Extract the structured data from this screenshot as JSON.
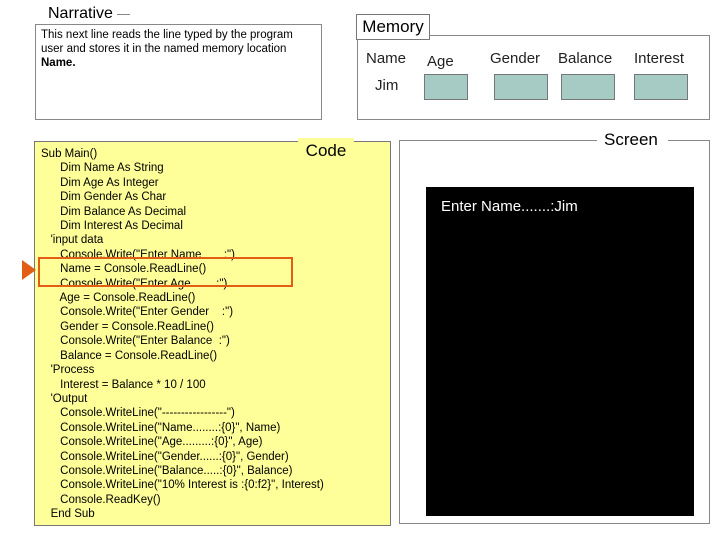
{
  "narrative": {
    "title": "Narrative",
    "text": "This next line reads the line typed by the program user and stores it in the named memory location",
    "text_bold": "Name."
  },
  "memory": {
    "title": "Memory",
    "labels": [
      "Name",
      "Age",
      "Gender",
      "Balance",
      "Interest"
    ],
    "name_value": "Jim"
  },
  "code": {
    "title": "Code",
    "lines": [
      "Sub Main()",
      "      Dim Name As String",
      "      Dim Age As Integer",
      "      Dim Gender As Char",
      "      Dim Balance As Decimal",
      "      Dim Interest As Decimal",
      "   'input data",
      "      Console.Write(\"Enter Name       :\")",
      "      Name = Console.ReadLine()",
      "      Console.Write(\"Enter Age        :\")",
      "      Age = Console.ReadLine()",
      "      Console.Write(\"Enter Gender    :\")",
      "      Gender = Console.ReadLine()",
      "      Console.Write(\"Enter Balance  :\")",
      "      Balance = Console.ReadLine()",
      "   'Process",
      "      Interest = Balance * 10 / 100",
      "   'Output",
      "      Console.WriteLine(\"-----------------\")",
      "      Console.WriteLine(\"Name........:{0}\", Name)",
      "      Console.WriteLine(\"Age.........:{0}\", Age)",
      "      Console.WriteLine(\"Gender......:{0}\", Gender)",
      "      Console.WriteLine(\"Balance.....:{0}\", Balance)",
      "      Console.WriteLine(\"10% Interest is :{0:f2}\", Interest)",
      "      Console.ReadKey()",
      "   End Sub"
    ]
  },
  "screen": {
    "title": "Screen",
    "output": "Enter Name.......:Jim"
  },
  "colors": {
    "code_bg": "#ffff99",
    "memory_slot": "#a6cac4",
    "highlight": "#e25e15",
    "console_bg": "#000000"
  }
}
